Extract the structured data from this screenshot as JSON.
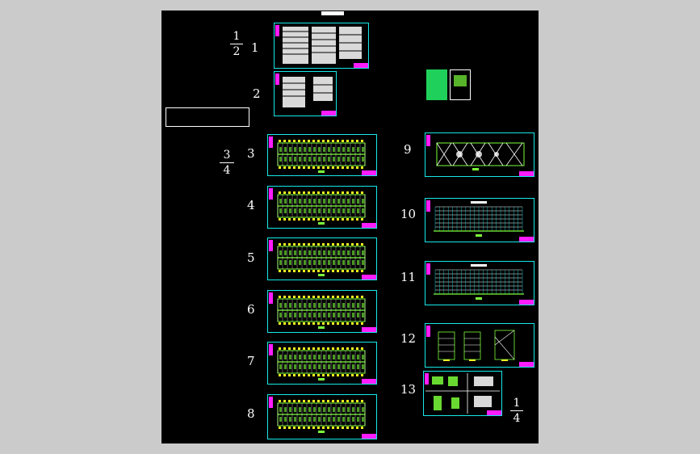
{
  "drawing": {
    "labels": [
      "1",
      "2",
      "3",
      "4",
      "5",
      "6",
      "7",
      "8",
      "9",
      "10",
      "11",
      "12",
      "13"
    ],
    "fractions": [
      {
        "num": "1",
        "den": "2"
      },
      {
        "num": "3",
        "den": "4"
      },
      {
        "num": "1",
        "den": "4"
      }
    ]
  },
  "colors": {
    "background": "#cbcbcb",
    "canvas": "#000000",
    "frame": "#16e8e8",
    "title_block": "#ff1cff",
    "plan_green": "#7cff3a",
    "plan_yellow": "#f0f020"
  }
}
